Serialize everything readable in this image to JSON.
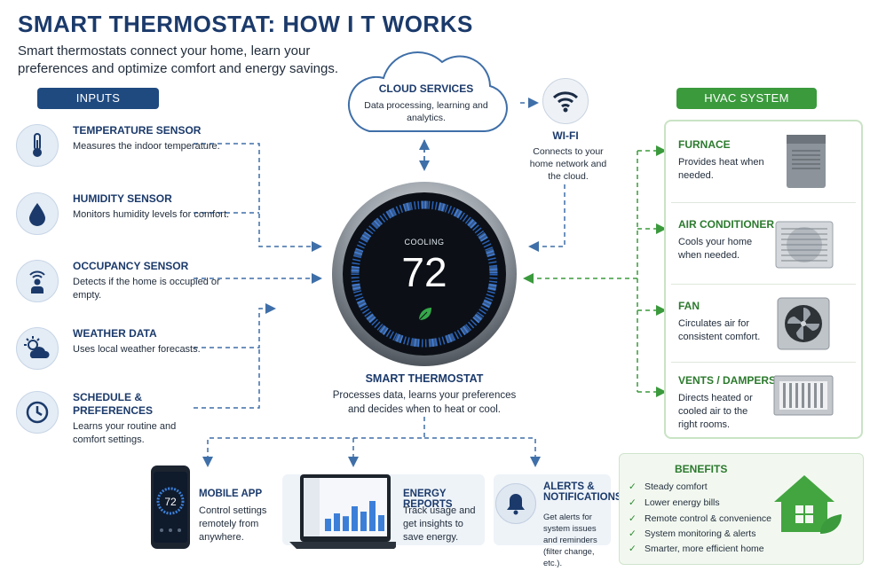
{
  "header": {
    "title": "SMART THERMOSTAT:  HOW I T WORKS",
    "subtitle": "Smart thermostats connect your home, learn your preferences and optimize comfort and energy savings."
  },
  "inputs": {
    "label": "INPUTS",
    "items": [
      {
        "title": "TEMPERATURE SENSOR",
        "desc": "Measures the indoor temperature.",
        "icon": "thermometer-icon"
      },
      {
        "title": "HUMIDITY SENSOR",
        "desc": "Monitors humidity levels for comfort.",
        "icon": "droplet-icon"
      },
      {
        "title": "OCCUPANCY SENSOR",
        "desc": "Detects if the home is occupied or empty.",
        "icon": "person-signal-icon"
      },
      {
        "title": "WEATHER DATA",
        "desc": "Uses local weather forecasts.",
        "icon": "sun-cloud-icon"
      },
      {
        "title": "SCHEDULE & PREFERENCES",
        "desc": "Learns your routine and comfort settings.",
        "icon": "clock-icon"
      }
    ]
  },
  "cloud": {
    "title": "CLOUD SERVICES",
    "desc": "Data processing, learning and analytics."
  },
  "wifi": {
    "title": "WI-FI",
    "desc": "Connects to your home network and the cloud."
  },
  "thermostat": {
    "mode": "COOLING",
    "temperature": "72",
    "title": "SMART THERMOSTAT",
    "desc": "Processes data, learns your preferences and decides when to heat or cool."
  },
  "hvac": {
    "label": "HVAC SYSTEM",
    "items": [
      {
        "title": "FURNACE",
        "desc": "Provides heat when needed."
      },
      {
        "title": "AIR CONDITIONER",
        "desc": "Cools your home when needed."
      },
      {
        "title": "FAN",
        "desc": "Circulates air for consistent comfort."
      },
      {
        "title": "VENTS / DAMPERS",
        "desc": "Directs heated or cooled air to the right rooms."
      }
    ]
  },
  "outputs": {
    "app": {
      "title": "MOBILE APP",
      "desc": "Control settings remotely from anywhere.",
      "screen_temp": "72"
    },
    "energy": {
      "title": "ENERGY REPORTS",
      "desc": "Track usage and get insights to save energy.",
      "bars": [
        0.35,
        0.5,
        0.42,
        0.7,
        0.55,
        0.85,
        0.45
      ]
    },
    "alerts": {
      "title": "ALERTS & NOTIFICATIONS",
      "desc": "Get alerts for system issues and reminders (filter change, etc.)."
    }
  },
  "benefits": {
    "title": "BENEFITS",
    "items": [
      "Steady comfort",
      "Lower energy bills",
      "Remote control & convenience",
      "System monitoring & alerts",
      "Smarter, more efficient home"
    ]
  },
  "colors": {
    "navy": "#1b3a6b",
    "green": "#3a9a3c",
    "blue_line": "#3f6fa8",
    "green_line": "#3a9a3c"
  }
}
